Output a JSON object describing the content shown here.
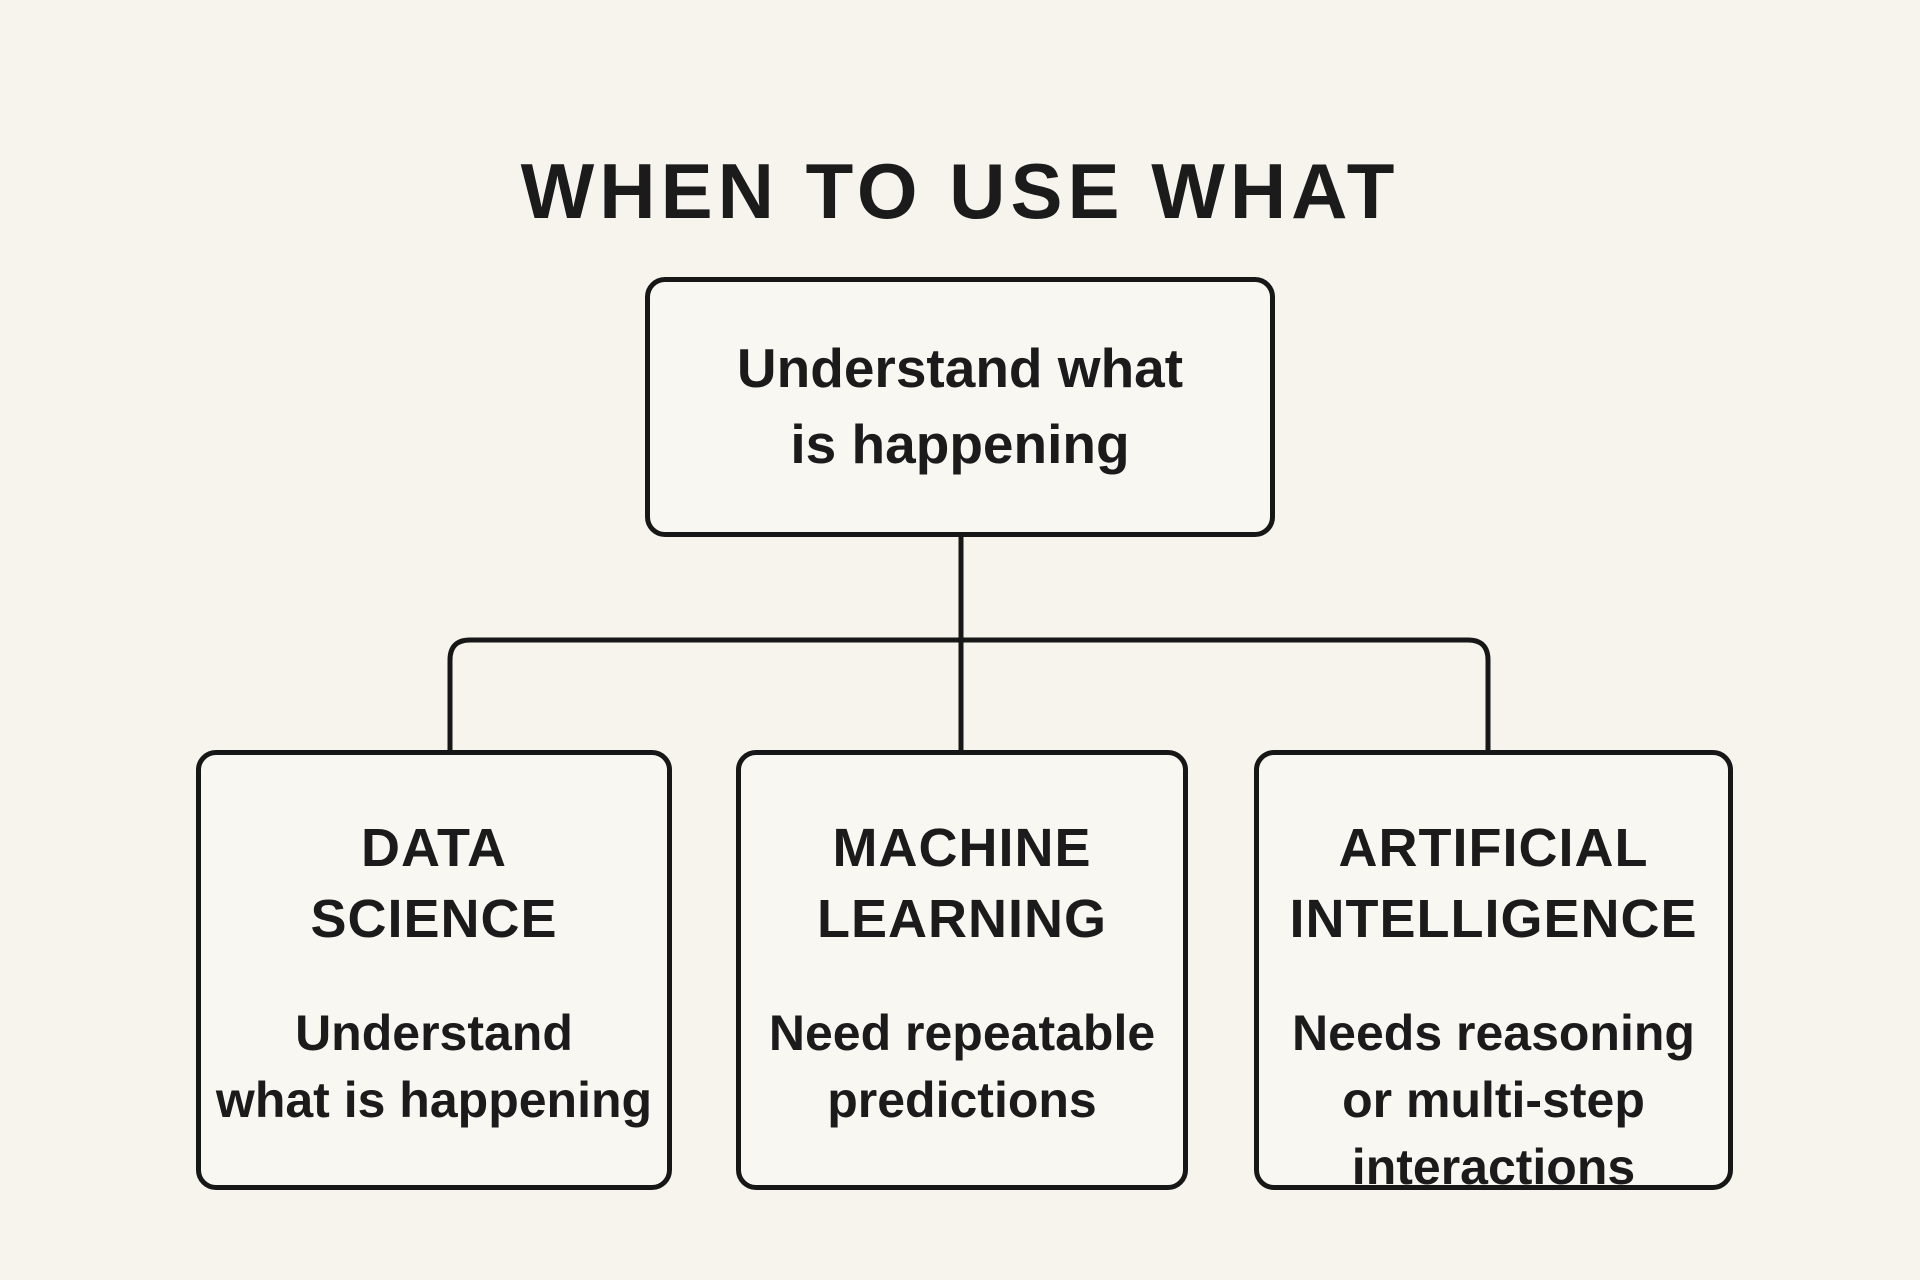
{
  "colors": {
    "background": "#f7f4ee",
    "node_fill": "#f9f7f2",
    "line_and_text": "#171717"
  },
  "title": "WHEN TO USE WHAT",
  "diagram": {
    "root": {
      "label": "Understand what\nis happening"
    },
    "branches": [
      {
        "heading": "DATA\nSCIENCE",
        "description": "Understand\nwhat is happening"
      },
      {
        "heading": "MACHINE\nLEARNING",
        "description": "Need repeatable\npredictions"
      },
      {
        "heading": "ARTIFICIAL\nINTELLIGENCE",
        "description": "Needs reasoning\nor multi-step\ninteractions"
      }
    ]
  }
}
